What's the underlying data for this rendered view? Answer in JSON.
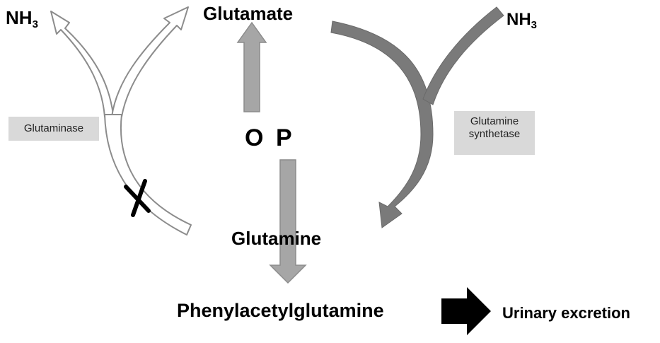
{
  "nodes": {
    "glutamate": "Glutamate",
    "glutamine": "Glutamine",
    "phenylacetylglutamine": "Phenylacetylglutamine",
    "urinary_excretion": "Urinary excretion",
    "ammonia_left_base": "NH",
    "ammonia_left_sub": "3",
    "ammonia_right_base": "NH",
    "ammonia_right_sub": "3",
    "o_letter": "O",
    "p_letter": "P"
  },
  "enzymes": {
    "glutaminase": "Glutaminase",
    "glutamine_synthetase_line1": "Glutamine",
    "glutamine_synthetase_line2": "synthetase"
  },
  "colors": {
    "dark_arrow": "#7a7a7a",
    "medium_arrow": "#a6a6a6",
    "outline_arrow": "#8c8c8c",
    "enzyme_box": "#d9d9d9",
    "block_arrow": "#000000"
  }
}
